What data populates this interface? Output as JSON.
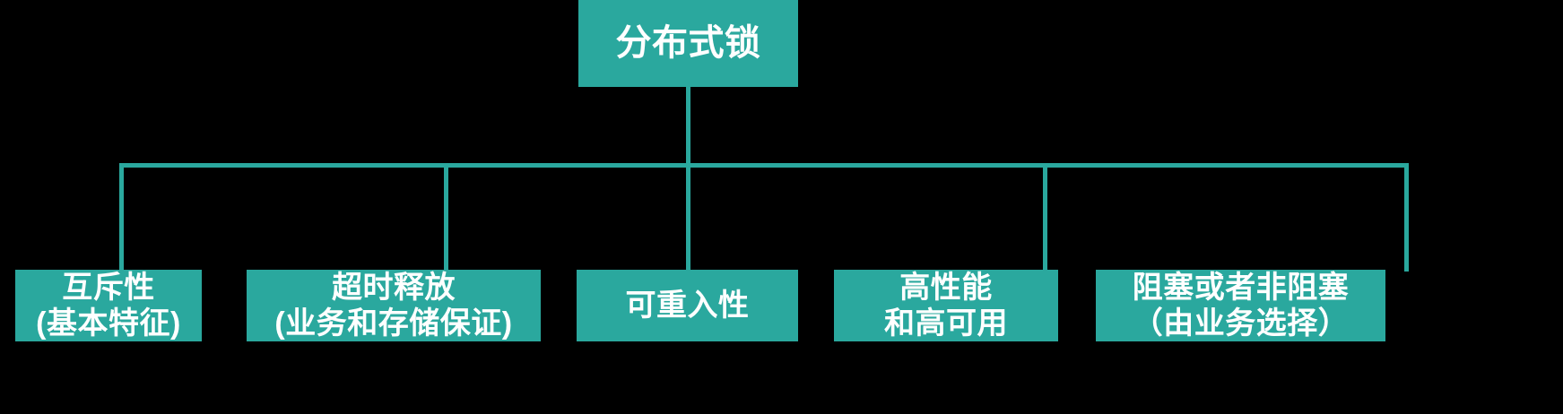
{
  "diagram": {
    "title": "分布式锁",
    "background_color": "#000000",
    "node_color": "#2AA89E",
    "text_color": "#FFFFFF",
    "connector_color": "#2AA89E",
    "root": {
      "label": "分布式锁",
      "lines": [
        "分布式锁"
      ]
    },
    "children": [
      {
        "id": "mutual-exclusion",
        "lines": [
          "互斥性",
          "(基本特征)"
        ],
        "line1": "互斥性",
        "line2": "(基本特征)"
      },
      {
        "id": "timeout-release",
        "lines": [
          "超时释放",
          "(业务和存储保证)"
        ],
        "line1": "超时释放",
        "line2": "(业务和存储保证)"
      },
      {
        "id": "reentrancy",
        "lines": [
          "可重入性"
        ],
        "line1": "可重入性",
        "line2": ""
      },
      {
        "id": "performance-availability",
        "lines": [
          "高性能",
          "和高可用"
        ],
        "line1": "高性能",
        "line2": "和高可用"
      },
      {
        "id": "blocking-nonblocking",
        "lines": [
          "阻塞或者非阻塞",
          "（由业务选择）"
        ],
        "line1": "阻塞或者非阻塞",
        "line2": "（由业务选择）"
      }
    ]
  }
}
